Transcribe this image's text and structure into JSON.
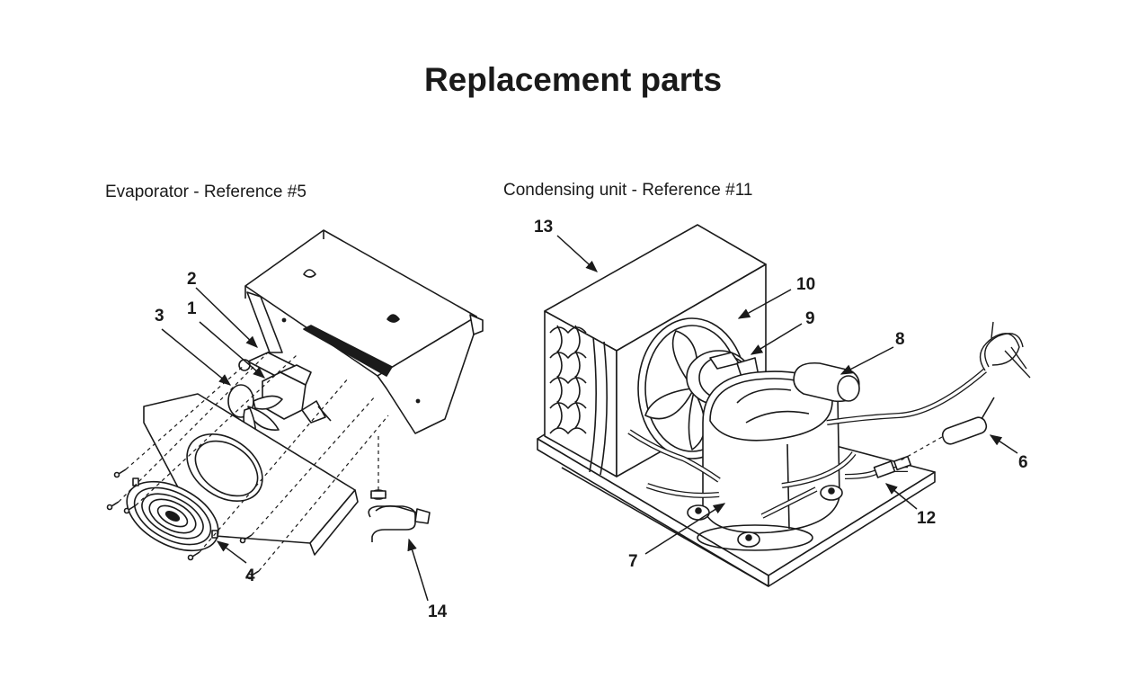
{
  "title": "Replacement parts",
  "sections": {
    "evaporator": "Evaporator - Reference #5",
    "condensing": "Condensing unit - Reference #11"
  },
  "callouts": {
    "c1": "1",
    "c2": "2",
    "c3": "3",
    "c4": "4",
    "c6": "6",
    "c7": "7",
    "c8": "8",
    "c9": "9",
    "c10": "10",
    "c12": "12",
    "c13": "13",
    "c14": "14"
  }
}
